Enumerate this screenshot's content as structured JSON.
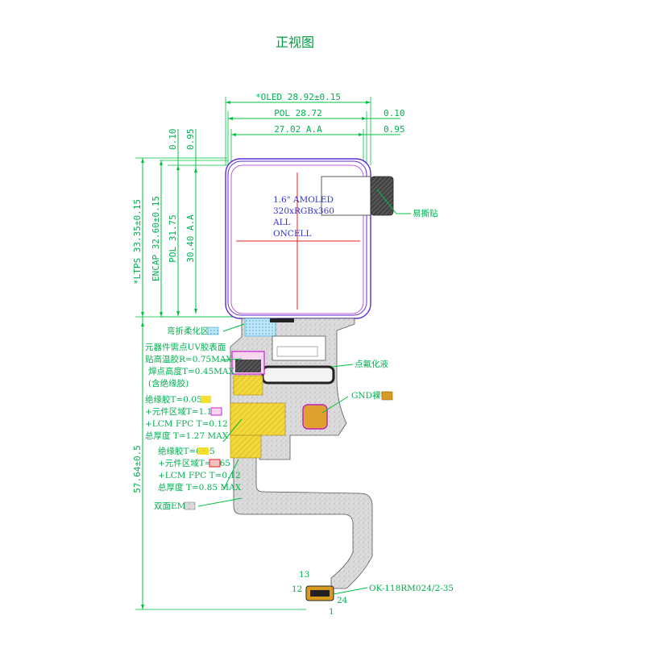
{
  "title": "正视图",
  "dimensions": {
    "oled_width": "*OLED 28.92±0.15",
    "pol_width": "POL 28.72",
    "aa_width": "27.02 A.A",
    "right_010": "0.10",
    "right_095": "0.95",
    "top_010": "0.10",
    "top_095": "0.95",
    "ltps_height": "*LTPS 33.35±0.15",
    "encap_height": "ENCAP 32.60±0.15",
    "pol_height": "POL 31.75",
    "aa_height": "30.40 A.A",
    "total_height": "57.64±0.5"
  },
  "panel_spec": [
    "1.6\" AMOLED",
    "320xRGBx360",
    "ALL",
    "ONCELL"
  ],
  "labels": {
    "easy_tear": "易撕贴",
    "bend_area": "弯折柔化区",
    "component_note": [
      "元器件需点UV胶表面",
      "贴高温胶R=0.75MAX",
      "焊点高度T=0.45MAX",
      "(含绝缘胶)"
    ],
    "dispense": "点氟化液",
    "gnd_copper": "GND裸铜",
    "stack1": [
      "绝缘胶T=0.05",
      "+元件区域T=1.10",
      "+LCM FPC T=0.12",
      "总厚度 T=1.27 MAX"
    ],
    "stack2": [
      "绝缘胶T=0.05",
      "+元件区域T=0.65",
      "+LCM FPC T=0.12",
      "总厚度 T=0.85 MAX"
    ],
    "emi": "双面EMI",
    "connector": "OK-118RM024/2-35",
    "pin_13": "13",
    "pin_12": "12",
    "pin_24": "24",
    "pin_1": "1"
  },
  "colors": {
    "dimension": "#00b050",
    "outline": "#5a2bd6",
    "crosshair": "#e02020",
    "magenta": "#d020d0",
    "yellow": "#f5e030",
    "gold": "#d89a20",
    "fpc": "#d8d8d8"
  }
}
